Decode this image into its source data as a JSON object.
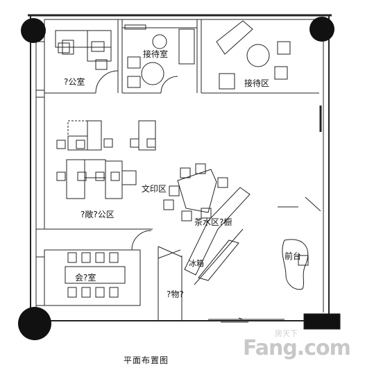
{
  "rooms": {
    "office": "?公室",
    "reception_room": "接待室",
    "reception_area": "接待区",
    "print_area": "文印区",
    "open_office": "?敞?公区",
    "tea_area": "茶水区?橱",
    "meeting_room": "会?室",
    "storage": "?物?",
    "front_desk": "前台",
    "fridge": "冰箱"
  },
  "caption": "平面布置图",
  "watermark": {
    "brand": "Fang.com",
    "cn": "房天下"
  }
}
